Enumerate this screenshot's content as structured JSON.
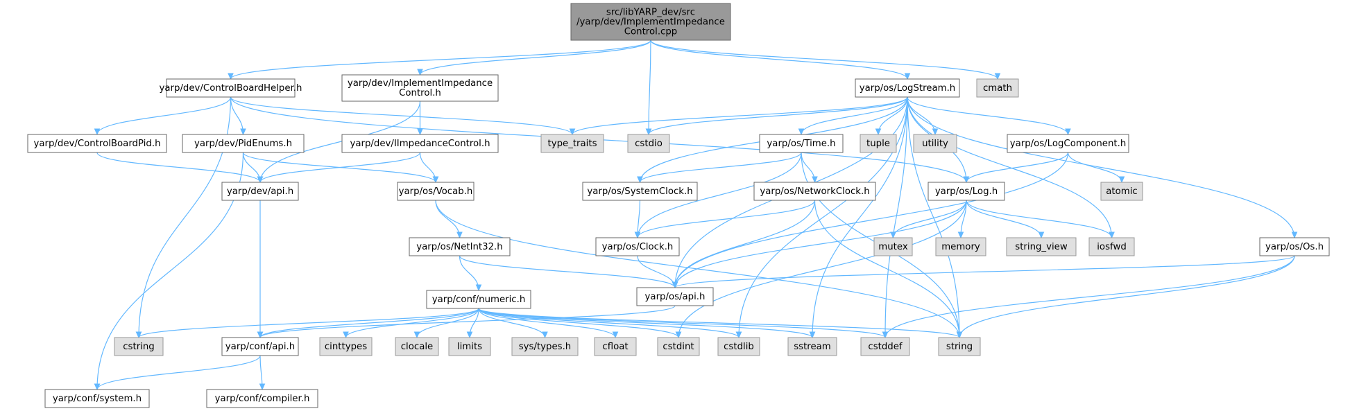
{
  "graph": {
    "colors": {
      "edge": "#63b8ff",
      "root_fill": "#999999",
      "system_fill": "#e0e0e0",
      "file_fill": "#ffffff",
      "border": "#666666"
    },
    "nodes": [
      {
        "id": "root",
        "kind": "root",
        "lines": [
          "src/libYARP_dev/src",
          "/yarp/dev/ImplementImpedance",
          "Control.cpp"
        ]
      },
      {
        "id": "cbh",
        "kind": "file",
        "lines": [
          "yarp/dev/ControlBoardHelper.h"
        ]
      },
      {
        "id": "iich",
        "kind": "file",
        "lines": [
          "yarp/dev/ImplementImpedance",
          "Control.h"
        ]
      },
      {
        "id": "logstream",
        "kind": "file",
        "lines": [
          "yarp/os/LogStream.h"
        ]
      },
      {
        "id": "cmath",
        "kind": "system",
        "lines": [
          "cmath"
        ]
      },
      {
        "id": "cbpid",
        "kind": "file",
        "lines": [
          "yarp/dev/ControlBoardPid.h"
        ]
      },
      {
        "id": "pidenums",
        "kind": "file",
        "lines": [
          "yarp/dev/PidEnums.h"
        ]
      },
      {
        "id": "iimp",
        "kind": "file",
        "lines": [
          "yarp/dev/IImpedanceControl.h"
        ]
      },
      {
        "id": "typetraits",
        "kind": "system",
        "lines": [
          "type_traits"
        ]
      },
      {
        "id": "cstdio",
        "kind": "system",
        "lines": [
          "cstdio"
        ]
      },
      {
        "id": "time",
        "kind": "file",
        "lines": [
          "yarp/os/Time.h"
        ]
      },
      {
        "id": "tuple",
        "kind": "system",
        "lines": [
          "tuple"
        ]
      },
      {
        "id": "utility",
        "kind": "system",
        "lines": [
          "utility"
        ]
      },
      {
        "id": "logcomp",
        "kind": "file",
        "lines": [
          "yarp/os/LogComponent.h"
        ]
      },
      {
        "id": "devapi",
        "kind": "file",
        "lines": [
          "yarp/dev/api.h"
        ]
      },
      {
        "id": "vocab",
        "kind": "file",
        "lines": [
          "yarp/os/Vocab.h"
        ]
      },
      {
        "id": "sysclock",
        "kind": "file",
        "lines": [
          "yarp/os/SystemClock.h"
        ]
      },
      {
        "id": "netclock",
        "kind": "file",
        "lines": [
          "yarp/os/NetworkClock.h"
        ]
      },
      {
        "id": "log",
        "kind": "file",
        "lines": [
          "yarp/os/Log.h"
        ]
      },
      {
        "id": "atomic",
        "kind": "system",
        "lines": [
          "atomic"
        ]
      },
      {
        "id": "netint32",
        "kind": "file",
        "lines": [
          "yarp/os/NetInt32.h"
        ]
      },
      {
        "id": "clock",
        "kind": "file",
        "lines": [
          "yarp/os/Clock.h"
        ]
      },
      {
        "id": "mutex",
        "kind": "system",
        "lines": [
          "mutex"
        ]
      },
      {
        "id": "memory",
        "kind": "system",
        "lines": [
          "memory"
        ]
      },
      {
        "id": "stringview",
        "kind": "system",
        "lines": [
          "string_view"
        ]
      },
      {
        "id": "iosfwd",
        "kind": "system",
        "lines": [
          "iosfwd"
        ]
      },
      {
        "id": "os",
        "kind": "file",
        "lines": [
          "yarp/os/Os.h"
        ]
      },
      {
        "id": "numeric",
        "kind": "file",
        "lines": [
          "yarp/conf/numeric.h"
        ]
      },
      {
        "id": "osapi",
        "kind": "file",
        "lines": [
          "yarp/os/api.h"
        ]
      },
      {
        "id": "cstring",
        "kind": "system",
        "lines": [
          "cstring"
        ]
      },
      {
        "id": "confapi",
        "kind": "file",
        "lines": [
          "yarp/conf/api.h"
        ]
      },
      {
        "id": "cinttypes",
        "kind": "system",
        "lines": [
          "cinttypes"
        ]
      },
      {
        "id": "clocale",
        "kind": "system",
        "lines": [
          "clocale"
        ]
      },
      {
        "id": "limits",
        "kind": "system",
        "lines": [
          "limits"
        ]
      },
      {
        "id": "systypes",
        "kind": "system",
        "lines": [
          "sys/types.h"
        ]
      },
      {
        "id": "cfloat",
        "kind": "system",
        "lines": [
          "cfloat"
        ]
      },
      {
        "id": "cstdint",
        "kind": "system",
        "lines": [
          "cstdint"
        ]
      },
      {
        "id": "cstdlib",
        "kind": "system",
        "lines": [
          "cstdlib"
        ]
      },
      {
        "id": "sstream",
        "kind": "system",
        "lines": [
          "sstream"
        ]
      },
      {
        "id": "cstddef",
        "kind": "system",
        "lines": [
          "cstddef"
        ]
      },
      {
        "id": "string",
        "kind": "system",
        "lines": [
          "string"
        ]
      },
      {
        "id": "confsystem",
        "kind": "file",
        "lines": [
          "yarp/conf/system.h"
        ]
      },
      {
        "id": "confcompiler",
        "kind": "file",
        "lines": [
          "yarp/conf/compiler.h"
        ]
      }
    ],
    "edges": [
      [
        "root",
        "cbh"
      ],
      [
        "root",
        "iich"
      ],
      [
        "root",
        "cstdio"
      ],
      [
        "root",
        "logstream"
      ],
      [
        "root",
        "cmath"
      ],
      [
        "cbh",
        "cbpid"
      ],
      [
        "cbh",
        "pidenums"
      ],
      [
        "cbh",
        "typetraits"
      ],
      [
        "cbh",
        "log"
      ],
      [
        "cbh",
        "cstring"
      ],
      [
        "iich",
        "iimp"
      ],
      [
        "iich",
        "devapi"
      ],
      [
        "cbpid",
        "devapi"
      ],
      [
        "pidenums",
        "devapi"
      ],
      [
        "pidenums",
        "vocab"
      ],
      [
        "pidenums",
        "confsystem"
      ],
      [
        "iimp",
        "devapi"
      ],
      [
        "iimp",
        "vocab"
      ],
      [
        "devapi",
        "confapi"
      ],
      [
        "vocab",
        "netint32"
      ],
      [
        "vocab",
        "string"
      ],
      [
        "netint32",
        "numeric"
      ],
      [
        "netint32",
        "osapi"
      ],
      [
        "numeric",
        "cstring"
      ],
      [
        "numeric",
        "confapi"
      ],
      [
        "numeric",
        "cinttypes"
      ],
      [
        "numeric",
        "clocale"
      ],
      [
        "numeric",
        "limits"
      ],
      [
        "numeric",
        "systypes"
      ],
      [
        "numeric",
        "cfloat"
      ],
      [
        "numeric",
        "cstdint"
      ],
      [
        "numeric",
        "cstdlib"
      ],
      [
        "numeric",
        "sstream"
      ],
      [
        "numeric",
        "cstddef"
      ],
      [
        "numeric",
        "string"
      ],
      [
        "confapi",
        "confsystem"
      ],
      [
        "confapi",
        "confcompiler"
      ],
      [
        "osapi",
        "confapi"
      ],
      [
        "logstream",
        "typetraits"
      ],
      [
        "logstream",
        "cstdio"
      ],
      [
        "logstream",
        "time"
      ],
      [
        "logstream",
        "tuple"
      ],
      [
        "logstream",
        "utility"
      ],
      [
        "logstream",
        "logcomp"
      ],
      [
        "logstream",
        "log"
      ],
      [
        "logstream",
        "sysclock"
      ],
      [
        "logstream",
        "osapi"
      ],
      [
        "logstream",
        "iosfwd"
      ],
      [
        "logstream",
        "os"
      ],
      [
        "logstream",
        "cstdlib"
      ],
      [
        "logstream",
        "sstream"
      ],
      [
        "logstream",
        "cstddef"
      ],
      [
        "logstream",
        "string"
      ],
      [
        "time",
        "sysclock"
      ],
      [
        "time",
        "netclock"
      ],
      [
        "time",
        "clock"
      ],
      [
        "time",
        "string"
      ],
      [
        "sysclock",
        "clock"
      ],
      [
        "netclock",
        "clock"
      ],
      [
        "netclock",
        "osapi"
      ],
      [
        "netclock",
        "string"
      ],
      [
        "clock",
        "osapi"
      ],
      [
        "logcomp",
        "log"
      ],
      [
        "logcomp",
        "atomic"
      ],
      [
        "logcomp",
        "osapi"
      ],
      [
        "log",
        "osapi"
      ],
      [
        "log",
        "mutex"
      ],
      [
        "log",
        "memory"
      ],
      [
        "log",
        "stringview"
      ],
      [
        "log",
        "iosfwd"
      ],
      [
        "log",
        "cstdint"
      ],
      [
        "os",
        "osapi"
      ],
      [
        "os",
        "string"
      ],
      [
        "os",
        "cstddef"
      ]
    ]
  }
}
